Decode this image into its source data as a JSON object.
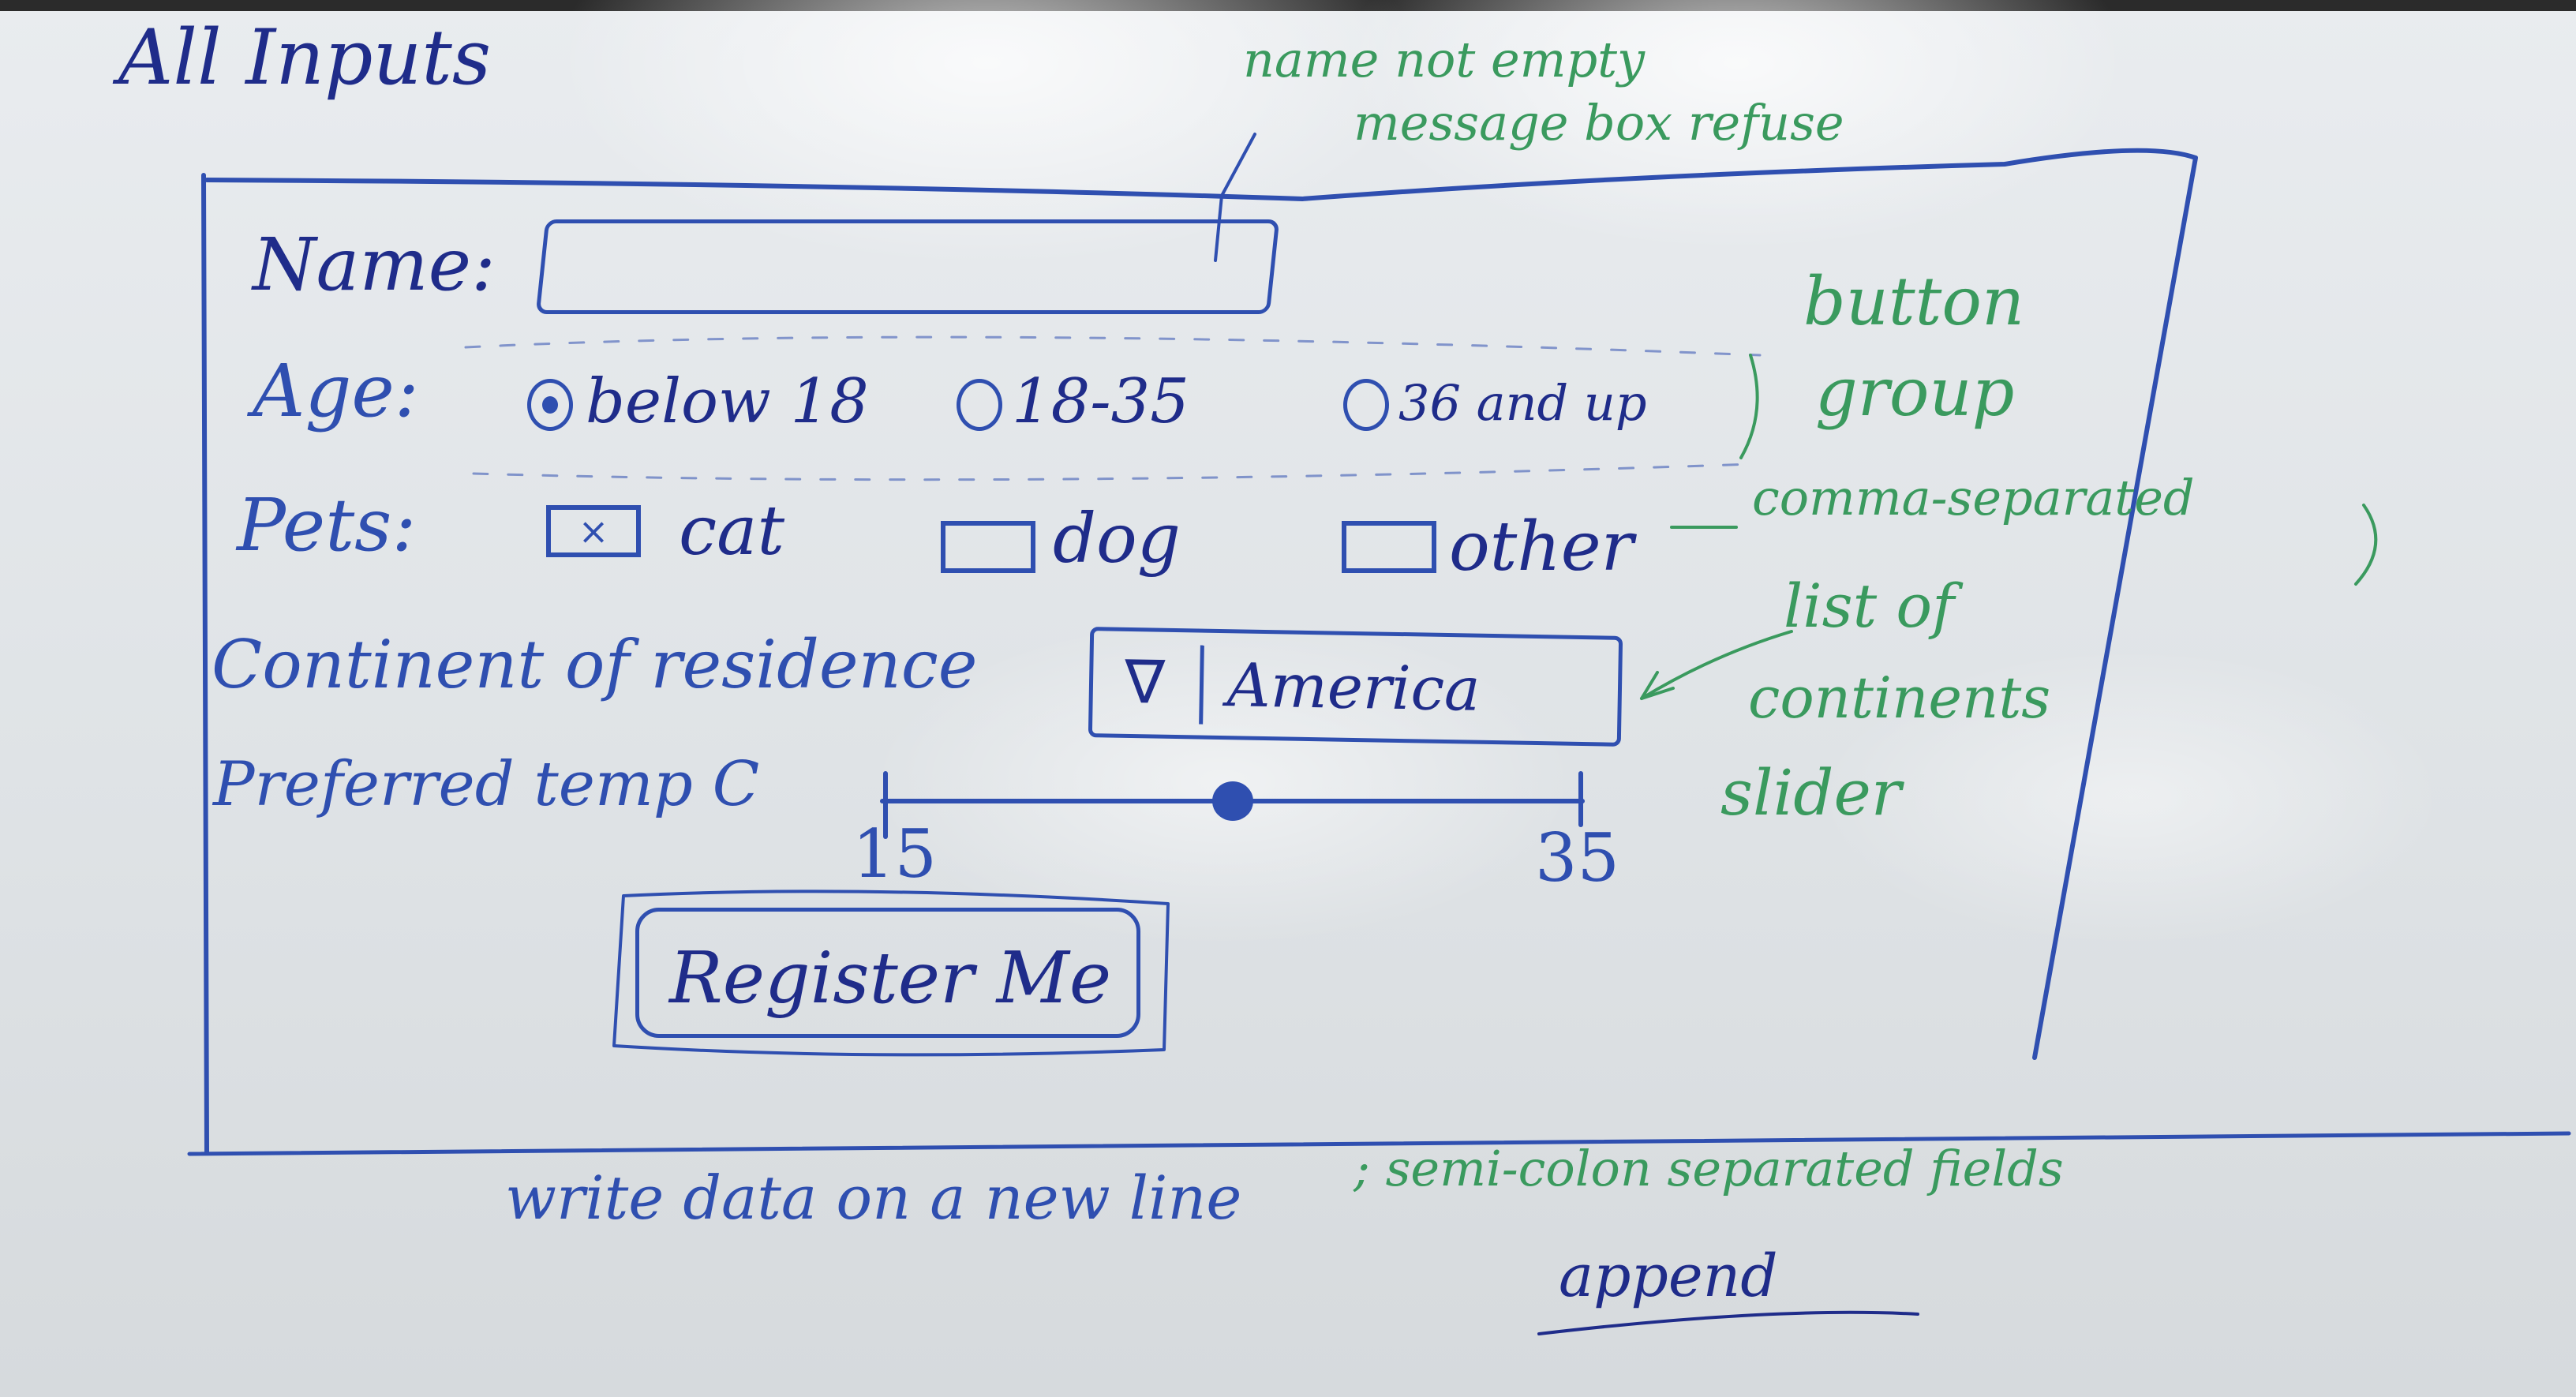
{
  "board": {
    "title": "All Inputs"
  },
  "form": {
    "name_label": "Name:",
    "age_label": "Age:",
    "age_options": [
      "below 18",
      "18-35",
      "36 and up"
    ],
    "age_selected_index": 0,
    "pets_label": "Pets:",
    "pet_options": [
      "cat",
      "dog",
      "other"
    ],
    "pets_checked": [
      true,
      false,
      false
    ],
    "checkbox_mark": "×",
    "continent_label": "Continent of residence",
    "continent_arrow": "∇",
    "continent_value": "America",
    "temp_label": "Preferred temp C",
    "temp_min": "15",
    "temp_max": "35",
    "temp_value": 25,
    "register_label": "Register Me"
  },
  "notes": {
    "name_note_line1": "name not empty",
    "name_note_line2": "message box refuse",
    "button_group_line1": "button",
    "button_group_line2": "group",
    "pets_note": "comma-separated",
    "continent_note_line1": "list of",
    "continent_note_line2": "continents",
    "slider_note": "slider",
    "bottom_blue": "write data on a new line",
    "bottom_green": "; semi-colon separated fields",
    "bottom_green_2": "append"
  },
  "colors": {
    "ink_blue": "#2f4fb0",
    "ink_dark_blue": "#1f2c8a",
    "ink_green": "#3a9a5e",
    "whiteboard": "#e4e7ea"
  }
}
